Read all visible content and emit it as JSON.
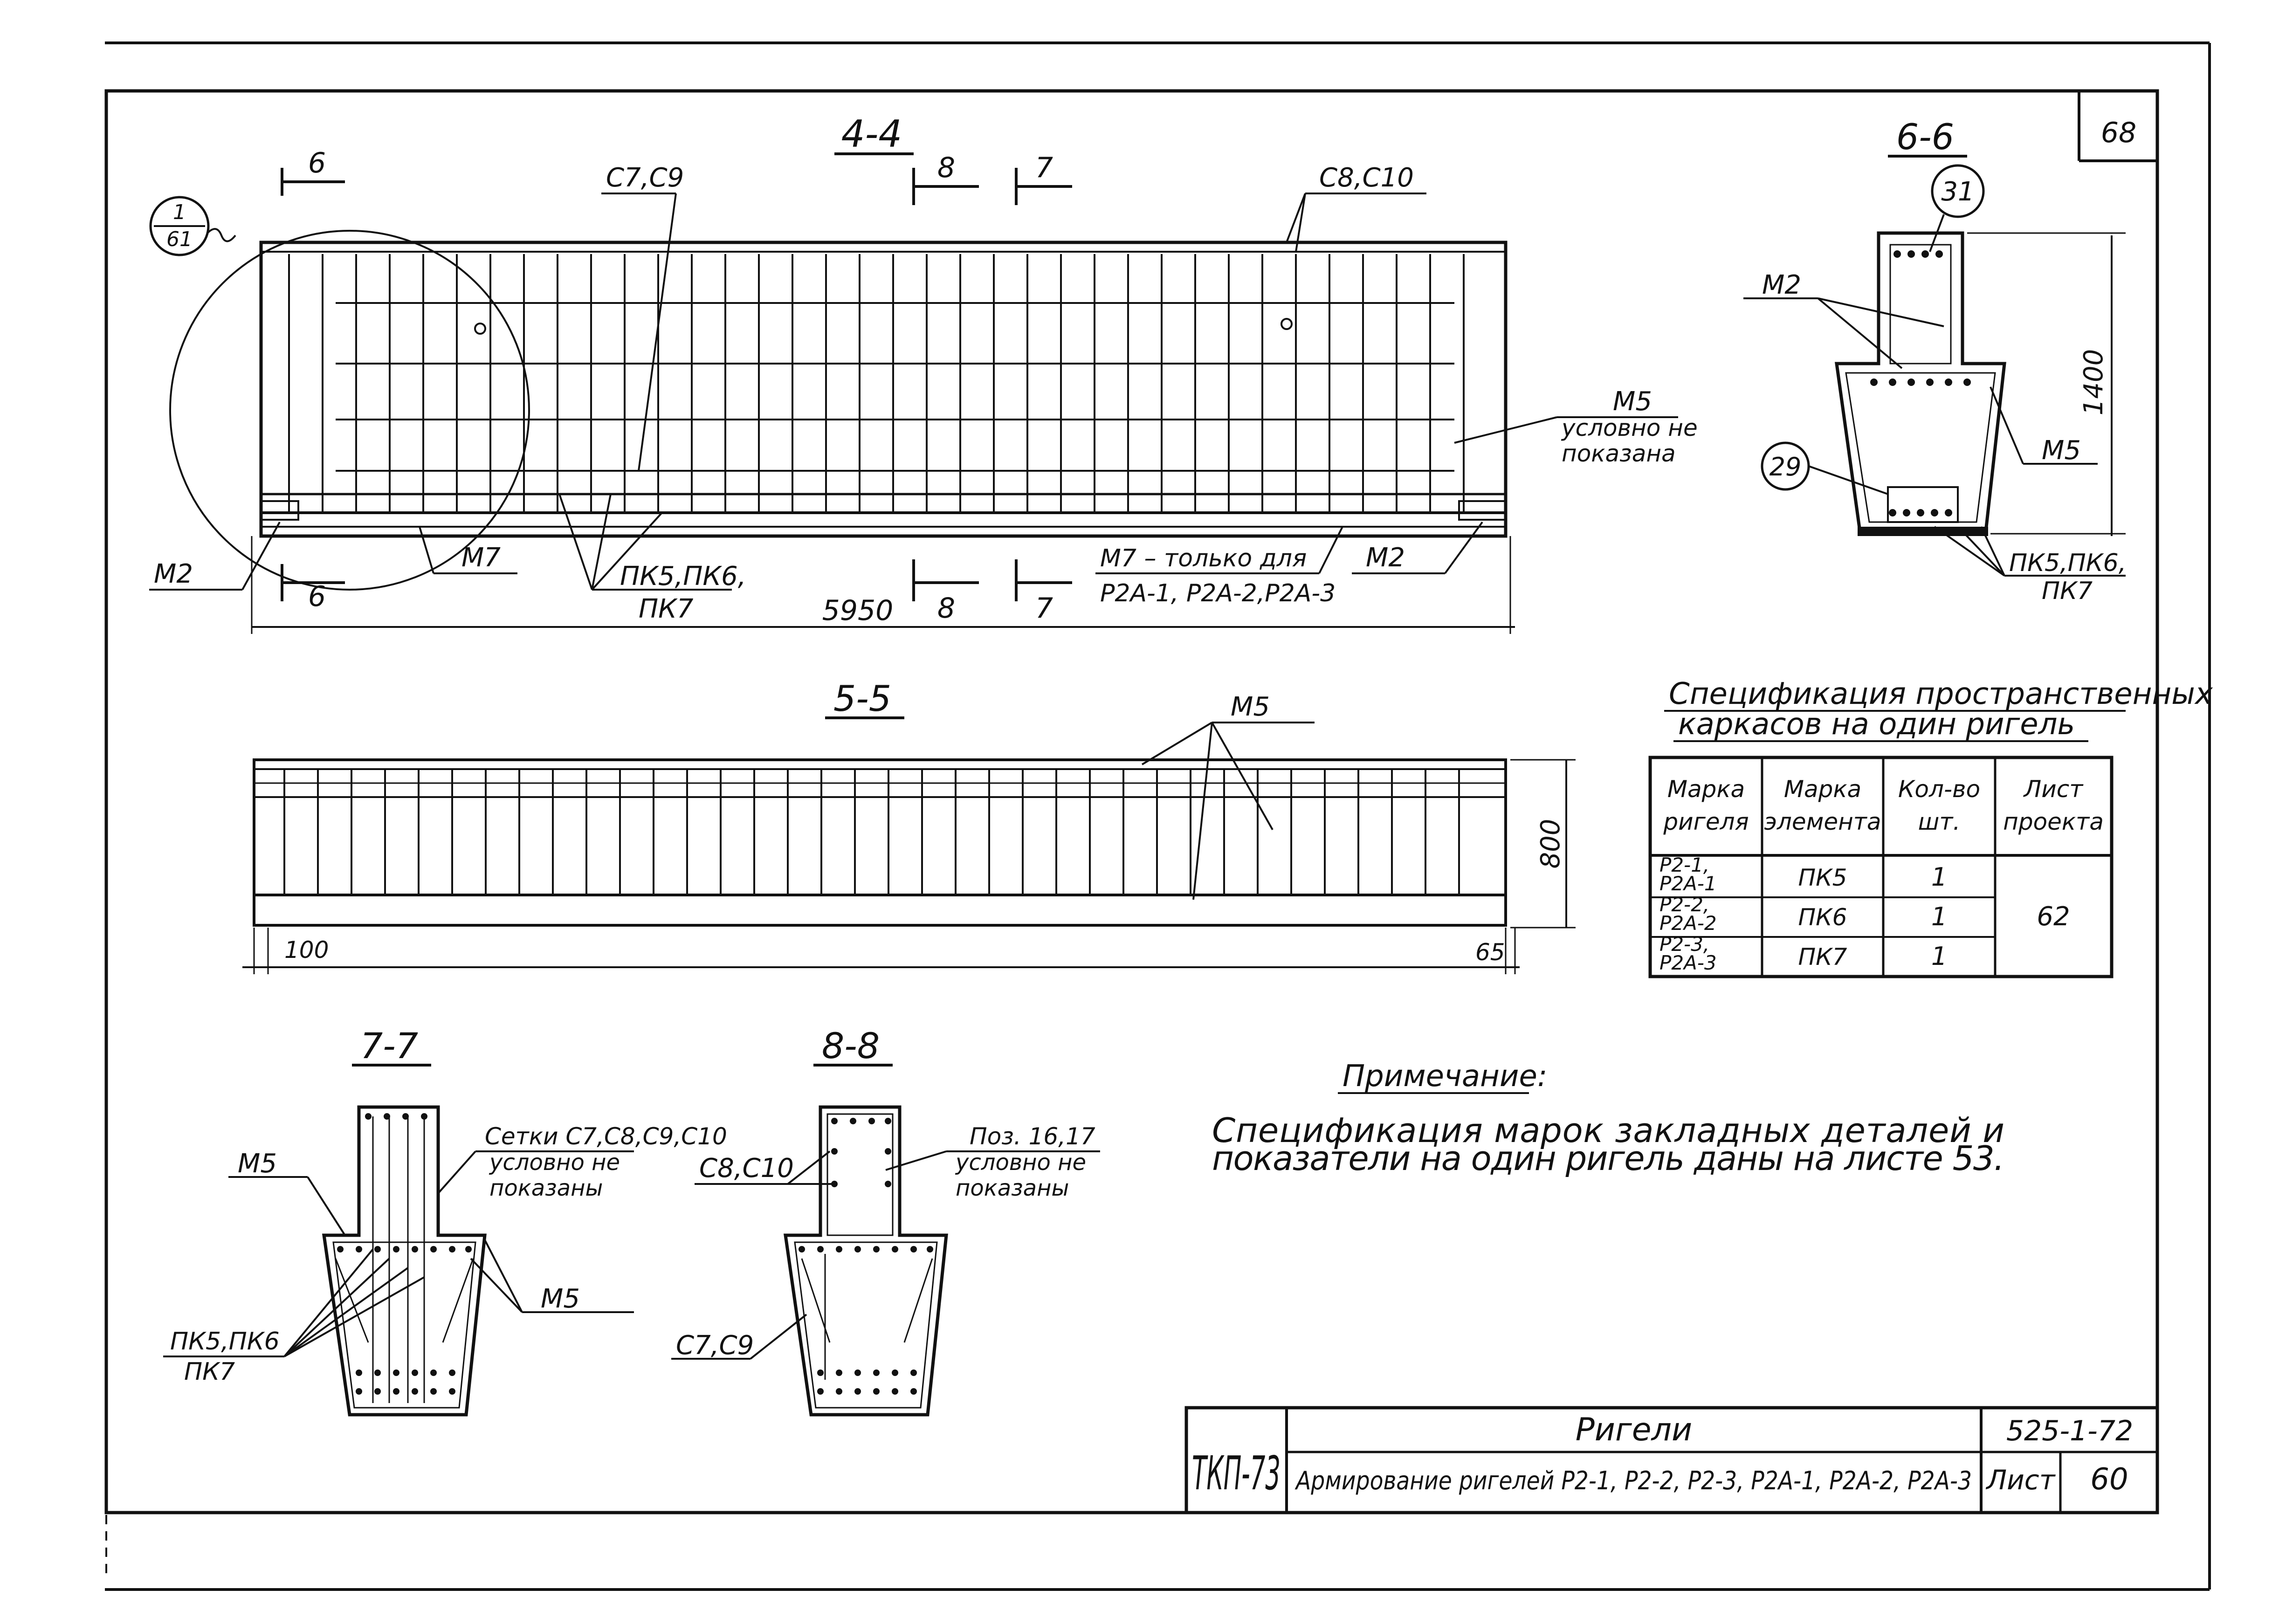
{
  "sheet": {
    "corner_number": "68",
    "stamp_code": "ТКП-73",
    "title": "Ригели",
    "subtitle": "Армирование ригелей Р2-1, Р2-2, Р2-3, Р2А-1, Р2А-2, Р2А-3",
    "series": "525-1-72",
    "sheet_label": "Лист",
    "sheet_no": "60"
  },
  "sec44": {
    "title": "4-4",
    "cut6": "6",
    "cut8": "8",
    "cut7": "7",
    "c7c9": "С7,С9",
    "c8c10": "С8,С10",
    "callout_top": "1",
    "callout_bottom": "61",
    "m2": "М2",
    "m7": "М7",
    "pk": "ПК5,ПК6,",
    "pk7": "ПК7",
    "dim": "5950",
    "m7note": "М7 – только для",
    "m7note2": "Р2А-1, Р2А-2,Р2А-3",
    "m2r": "М2",
    "m5": "М5",
    "m5note1": "условно не",
    "m5note2": "показана"
  },
  "sec66": {
    "title": "6-6",
    "pos31": "31",
    "pos29": "29",
    "m2": "М2",
    "m5": "М5",
    "dim": "1400",
    "pk": "ПК5,ПК6,",
    "pk7": "ПК7"
  },
  "sec55": {
    "title": "5-5",
    "m5": "М5",
    "dim_h": "800",
    "dim_l": "100",
    "dim_r": "65"
  },
  "spec": {
    "title1": "Спецификация пространственных",
    "title2": "каркасов на один ригель",
    "headers": [
      "Марка ригеля",
      "Марка элемента",
      "Кол-во шт.",
      "Лист проекта"
    ],
    "h1a": "Марка",
    "h1b": "ригеля",
    "h2a": "Марка",
    "h2b": "элемента",
    "h3a": "Кол-во",
    "h3b": "шт.",
    "h4a": "Лист",
    "h4b": "проекта",
    "rows": [
      {
        "a": "Р2-1,",
        "b": "Р2А-1",
        "el": "ПК5",
        "qty": "1"
      },
      {
        "a": "Р2-2,",
        "b": "Р2А-2",
        "el": "ПК6",
        "qty": "1"
      },
      {
        "a": "Р2-3,",
        "b": "Р2А-3",
        "el": "ПК7",
        "qty": "1"
      }
    ],
    "sheet": "62"
  },
  "sec77": {
    "title": "7-7",
    "m5": "М5",
    "m5r": "М5",
    "note1": "Сетки С7,С8,С9,С10",
    "note2": "условно не",
    "note3": "показаны",
    "pk": "ПК5,ПК6",
    "pk7": "ПК7"
  },
  "sec88": {
    "title": "8-8",
    "c8c10": "С8,С10",
    "c7c9": "С7,С9",
    "note1": "Поз. 16,17",
    "note2": "условно не",
    "note3": "показаны"
  },
  "note": {
    "title": "Примечание:",
    "line1": "Спецификация марок закладных деталей и",
    "line2": "показатели на один ригель даны на листе 53."
  }
}
